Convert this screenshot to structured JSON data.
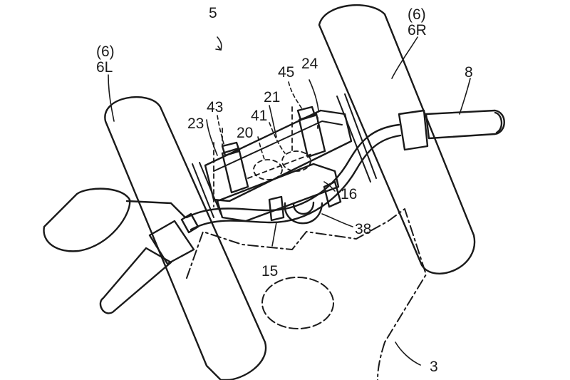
{
  "labels": {
    "fig": "5",
    "tire_left_group": "(6)",
    "tire_left": "6L",
    "tire_right_group": "(6)",
    "tire_right": "6R",
    "n45": "45",
    "n24": "24",
    "n43": "43",
    "n21": "21",
    "n23": "23",
    "n41": "41",
    "n20": "20",
    "n16": "16",
    "n38": "38",
    "n15": "15",
    "n8": "8",
    "n3": "3"
  },
  "colors": {
    "ink": "#1a1a1a",
    "paper": "#ffffff"
  }
}
